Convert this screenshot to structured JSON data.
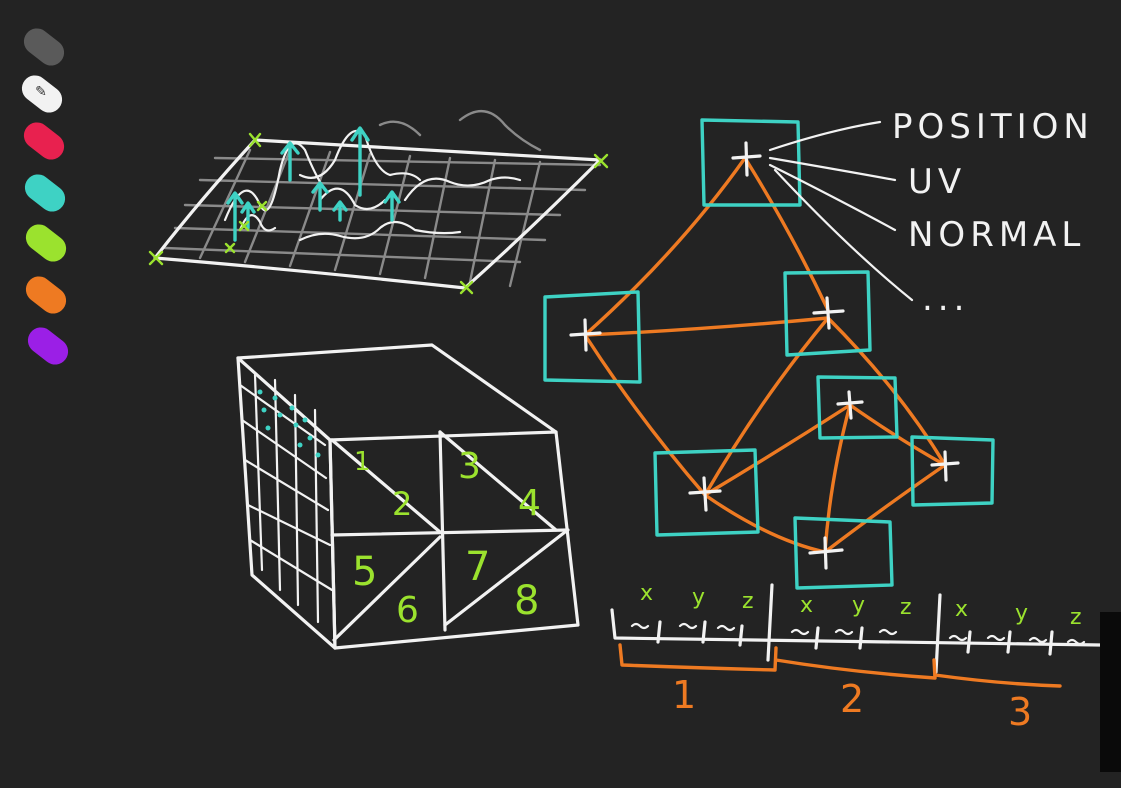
{
  "palette": {
    "colors": [
      "#5a5a5a",
      "#f2f2f2",
      "#e8214f",
      "#3ed2c4",
      "#9be22e",
      "#ee7a22",
      "#9b1fe6"
    ],
    "selected_index": 1,
    "selected_icon": "pen-cursor-icon"
  },
  "diagram": {
    "attribute_labels": [
      "POSITION",
      "UV",
      "NORMAL",
      "..."
    ],
    "cube_face_numbers": [
      "1",
      "2",
      "3",
      "4",
      "5",
      "6",
      "7",
      "8"
    ],
    "buffer_components": [
      "x",
      "y",
      "z",
      "x",
      "y",
      "z",
      "x",
      "y",
      "z"
    ],
    "buffer_group_numbers": [
      "1",
      "2",
      "3"
    ]
  }
}
